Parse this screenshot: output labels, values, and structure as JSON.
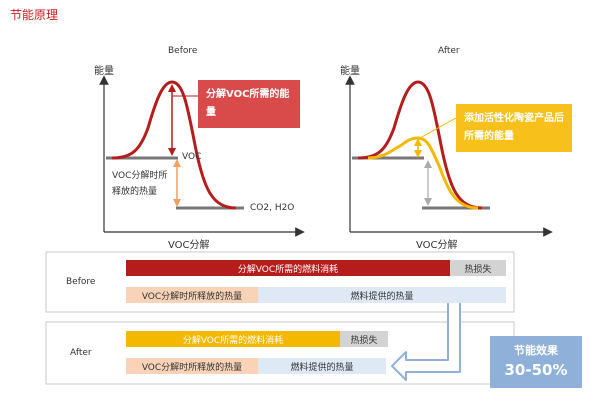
{
  "page_title": "节能原理",
  "colors": {
    "red": "#b51d1d",
    "red_callout": "#d94a4a",
    "yellow": "#f5b800",
    "yellow_callout": "#f7c01a",
    "gray_line": "#777777",
    "peach": "#f8d3b8",
    "light_blue": "#dfe9f5",
    "gray_bar": "#d3d3d3",
    "blue_badge": "#8fb1d9"
  },
  "before_chart": {
    "title": "Before",
    "ylabel": "能量",
    "xlabel": "VOC分解",
    "callout": "分解VOC所需的能量",
    "label_voc": "VOC",
    "label_release": "VOC分解时所释放的热量",
    "label_products": "CO2, H2O"
  },
  "after_chart": {
    "title": "After",
    "ylabel": "能量",
    "xlabel": "VOC分解",
    "callout": "添加活性化陶瓷产品后所需的能量"
  },
  "comparison": {
    "before": {
      "label": "Before",
      "fuel_bar": "分解VOC所需的燃料消耗",
      "loss_bar": "热损失",
      "release_bar": "VOC分解时所释放的热量",
      "supply_bar": "燃料提供的热量"
    },
    "after": {
      "label": "After",
      "fuel_bar": "分解VOC所需的燃料消耗",
      "loss_bar": "热损失",
      "release_bar": "VOC分解时所释放的热量",
      "supply_bar": "燃料提供的热量"
    },
    "badge_title": "节能效果",
    "badge_value": "30-50%"
  }
}
